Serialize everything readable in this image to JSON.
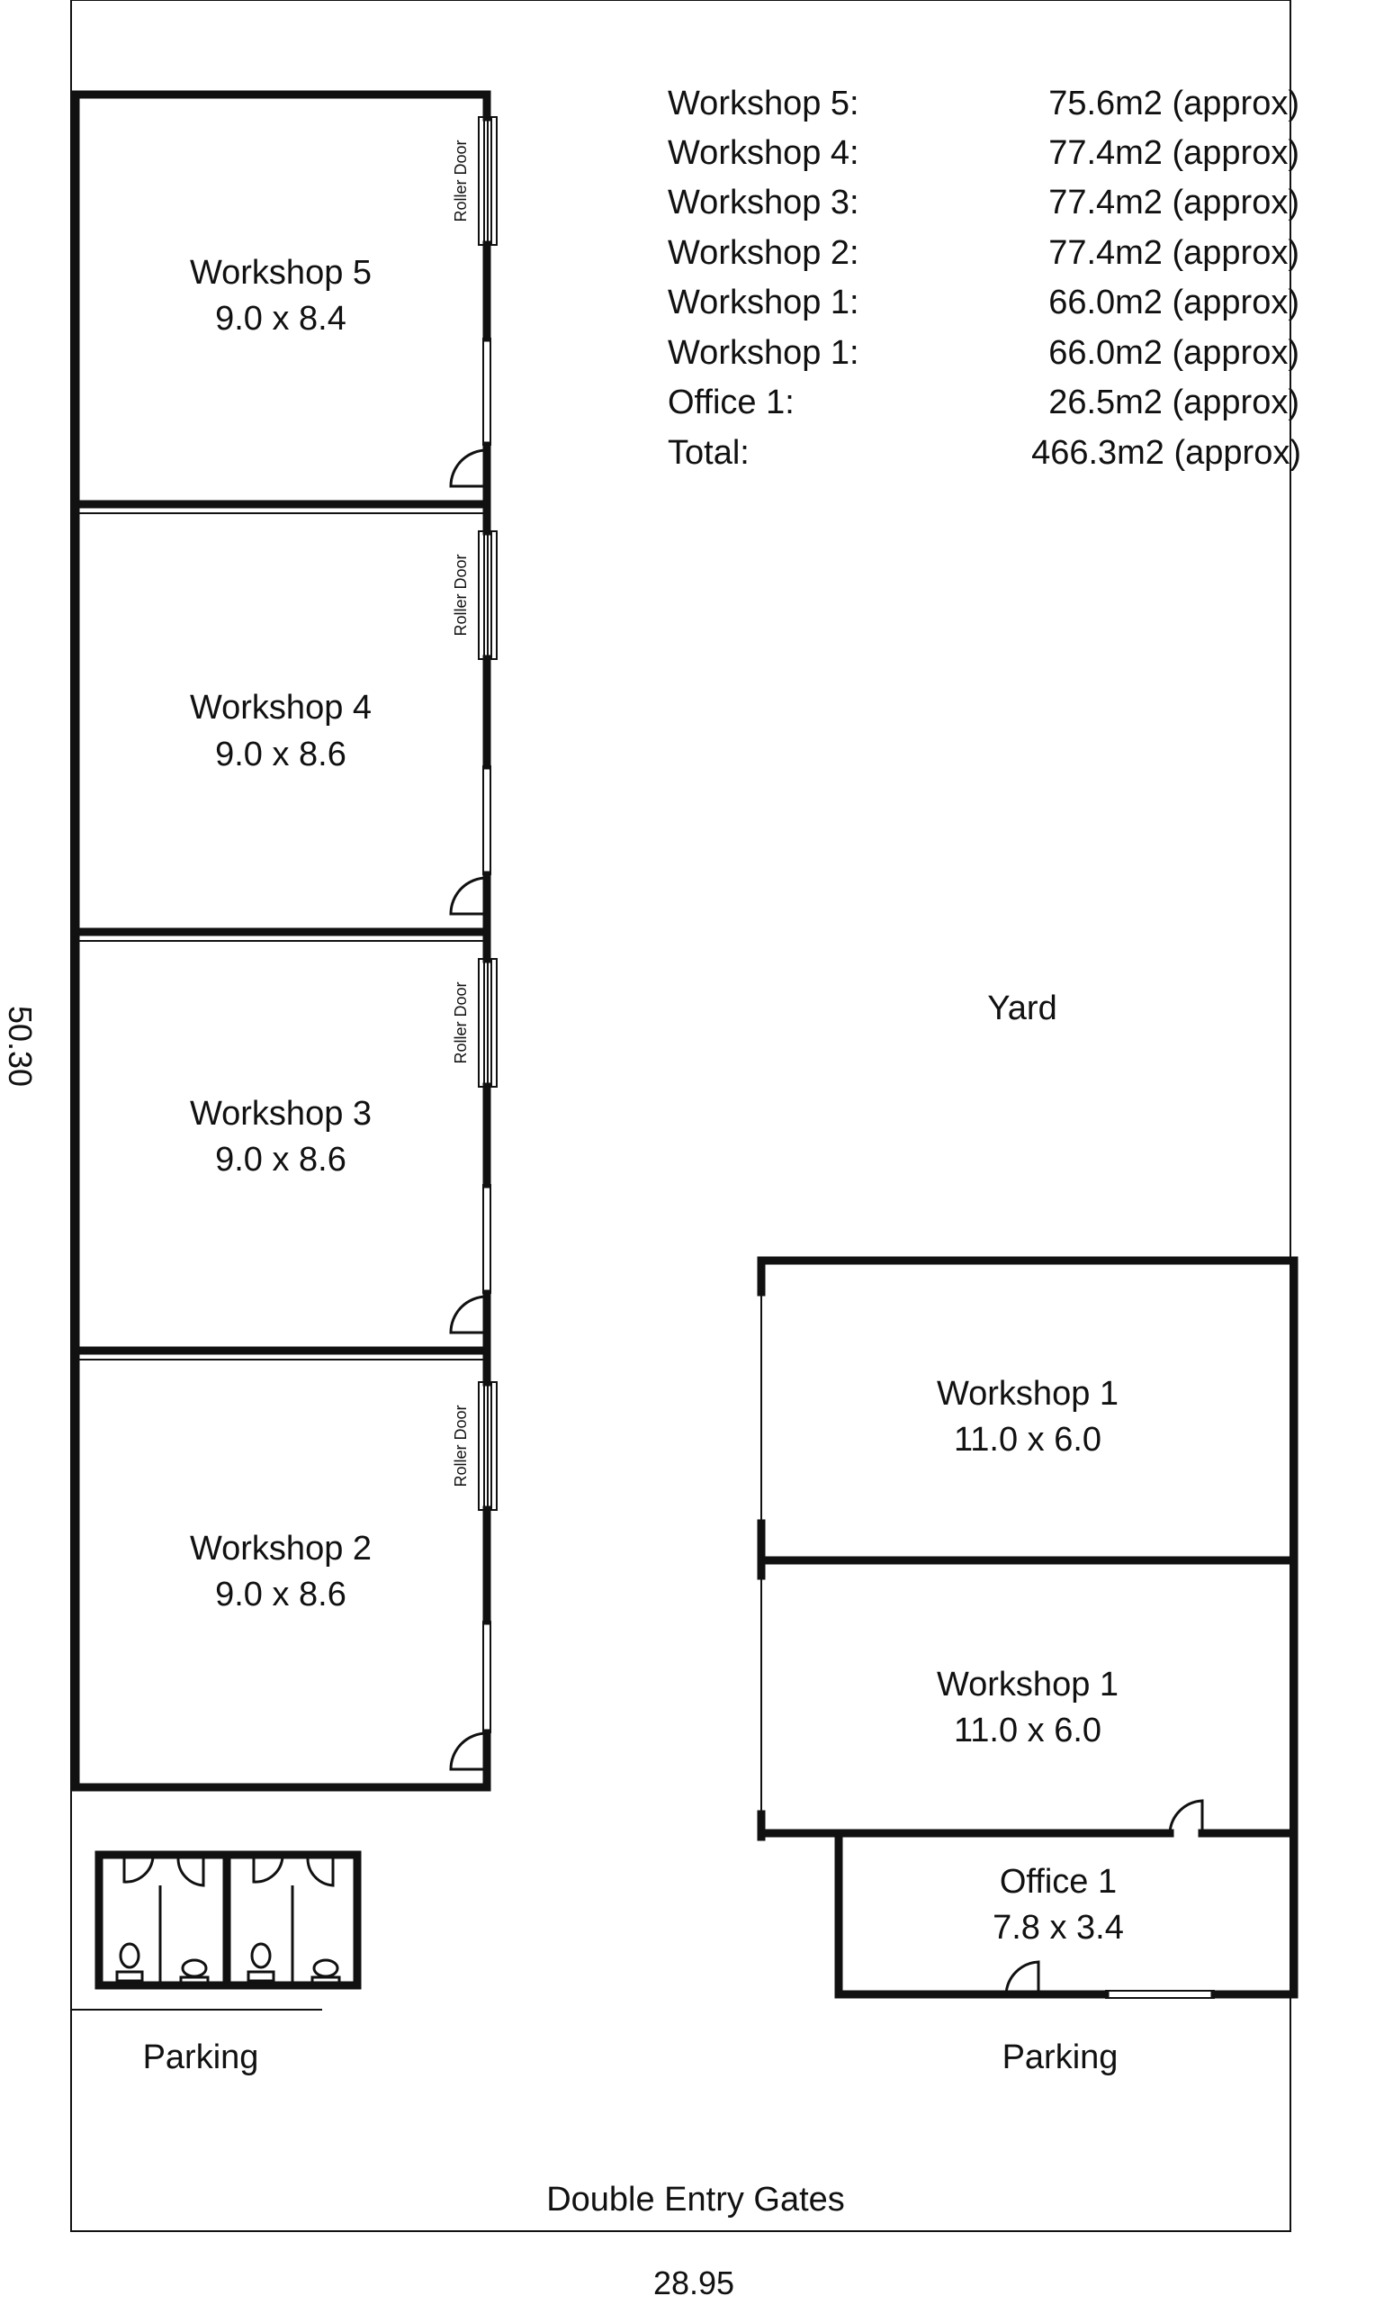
{
  "site": {
    "width_dim": "28.95",
    "depth_dim": "50.30",
    "yard_label": "Yard",
    "gates_label": "Double Entry Gates",
    "parking_left": "Parking",
    "parking_right": "Parking",
    "roller_door_label": "Roller Door"
  },
  "areas": [
    {
      "name": "Workshop 5:",
      "value": "75.6m2 (approx)"
    },
    {
      "name": "Workshop 4:",
      "value": "77.4m2 (approx)"
    },
    {
      "name": "Workshop 3:",
      "value": "77.4m2 (approx)"
    },
    {
      "name": "Workshop 2:",
      "value": "77.4m2 (approx)"
    },
    {
      "name": "Workshop 1:",
      "value": "66.0m2 (approx)"
    },
    {
      "name": "Workshop 1:",
      "value": "66.0m2 (approx)"
    },
    {
      "name": "Office 1:",
      "value": "26.5m2 (approx)"
    },
    {
      "name": "Total:",
      "value": "466.3m2 (approx)"
    }
  ],
  "rooms": {
    "workshop5": {
      "name": "Workshop 5",
      "dims": "9.0 x 8.4"
    },
    "workshop4": {
      "name": "Workshop 4",
      "dims": "9.0 x 8.6"
    },
    "workshop3": {
      "name": "Workshop 3",
      "dims": "9.0 x 8.6"
    },
    "workshop2": {
      "name": "Workshop 2",
      "dims": "9.0 x 8.6"
    },
    "workshop1a": {
      "name": "Workshop 1",
      "dims": "11.0 x 6.0"
    },
    "workshop1b": {
      "name": "Workshop 1",
      "dims": "11.0 x 6.0"
    },
    "office1": {
      "name": "Office 1",
      "dims": "7.8 x 3.4"
    }
  }
}
